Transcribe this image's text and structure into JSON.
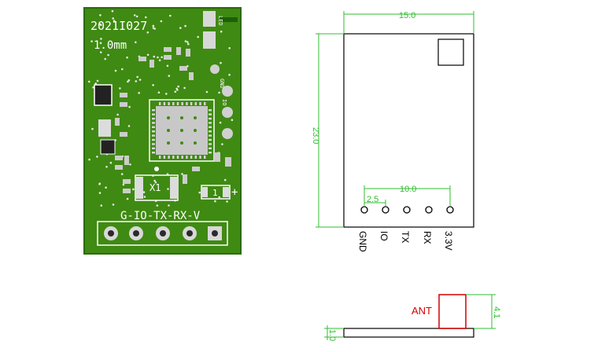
{
  "pcb": {
    "date_code": "2021I027",
    "thickness": "1.0mm",
    "crystal_label": "X1",
    "led_label": "1",
    "plus_label": "+",
    "pin_header_label": "G-IO-TX-RX-V",
    "side_marks": [
      "LED",
      "GND",
      "IO"
    ],
    "colors": {
      "board": "#3f8a12",
      "silkscreen": "#ffffff",
      "pad": "#c8c8c8"
    }
  },
  "drawing": {
    "width_dim": "15.0",
    "height_dim": "23.0",
    "pin_span_dim": "10.0",
    "pin_pitch_dim": "2.5",
    "pin_labels": [
      "GND",
      "IO",
      "TX",
      "RX",
      "3.3V"
    ],
    "antenna_label": "ANT",
    "antenna_height_dim": "4.1",
    "board_thickness_dim": "1.0",
    "colors": {
      "dimension": "#2fbf2f",
      "outline": "#000000",
      "antenna": "#d40000"
    }
  }
}
